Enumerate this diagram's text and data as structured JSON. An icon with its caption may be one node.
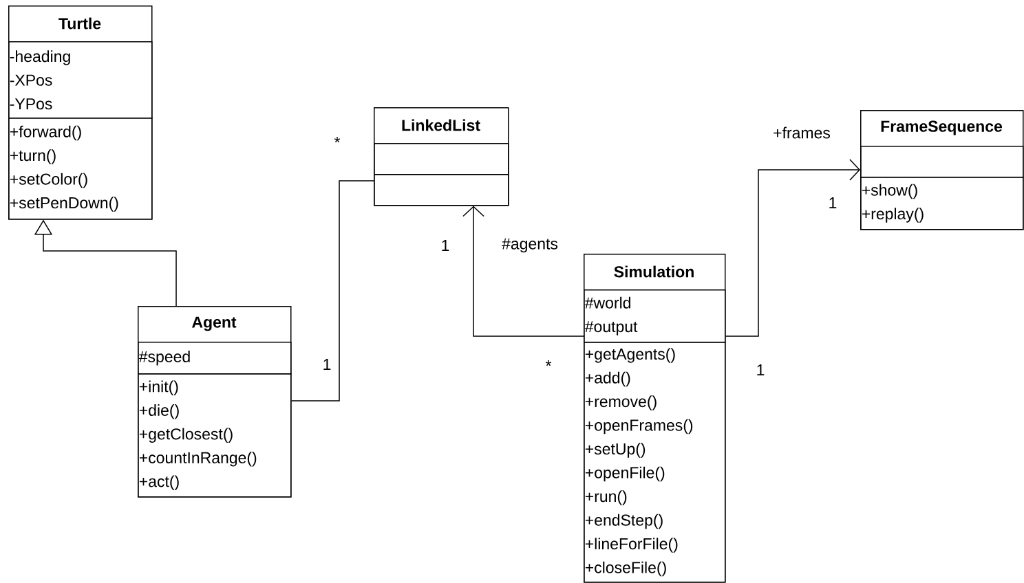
{
  "diagram": {
    "nodes": [
      {
        "text": [
          "Turtle"
        ]
      },
      {
        "text": [
          "-heading",
          "-XPos",
          "-YPos"
        ],
        "in": 0
      },
      {
        "text": [
          "+forward()",
          "+turn()",
          "+setColor()",
          "+setPenDown()"
        ],
        "in": 0
      },
      {
        "text": [
          "LinkedList"
        ]
      },
      {
        "text": [],
        "shape": "box",
        "in": 3
      },
      {
        "text": [],
        "shape": "box",
        "in": 3
      },
      {
        "text": [
          "FrameSequence"
        ]
      },
      {
        "text": [],
        "shape": "box",
        "in": 6
      },
      {
        "text": [
          "+show()",
          "+replay()"
        ],
        "in": 6
      },
      {
        "text": [
          "Agent"
        ]
      },
      {
        "text": [
          "#speed"
        ],
        "in": 9
      },
      {
        "text": [
          "+init()",
          "+die()",
          "+getClosest()",
          "+countInRange()",
          "+act()"
        ],
        "in": 9
      },
      {
        "text": [
          "Simulation"
        ]
      },
      {
        "text": [
          "#world",
          "#output"
        ],
        "in": 12
      },
      {
        "text": [
          "+getAgents()",
          "+add()",
          "+remove()",
          "+openFrames()",
          "+setUp()",
          "+openFile()",
          "+run()",
          "+endStep()",
          "+lineForFile()",
          "+closeFile()"
        ],
        "in": 12
      }
    ],
    "edges": [
      {
        "from": 9,
        "to": 0,
        "arrow": "to"
      },
      {
        "from": 9,
        "to": 3,
        "arrow": "none"
      },
      {
        "from": 12,
        "to": 3,
        "arrow": "to"
      },
      {
        "from": 12,
        "to": 6,
        "arrow": "to"
      }
    ],
    "labels": [
      "*",
      "+frames",
      "1",
      "1",
      "#agents",
      "1",
      "*",
      "1"
    ]
  }
}
